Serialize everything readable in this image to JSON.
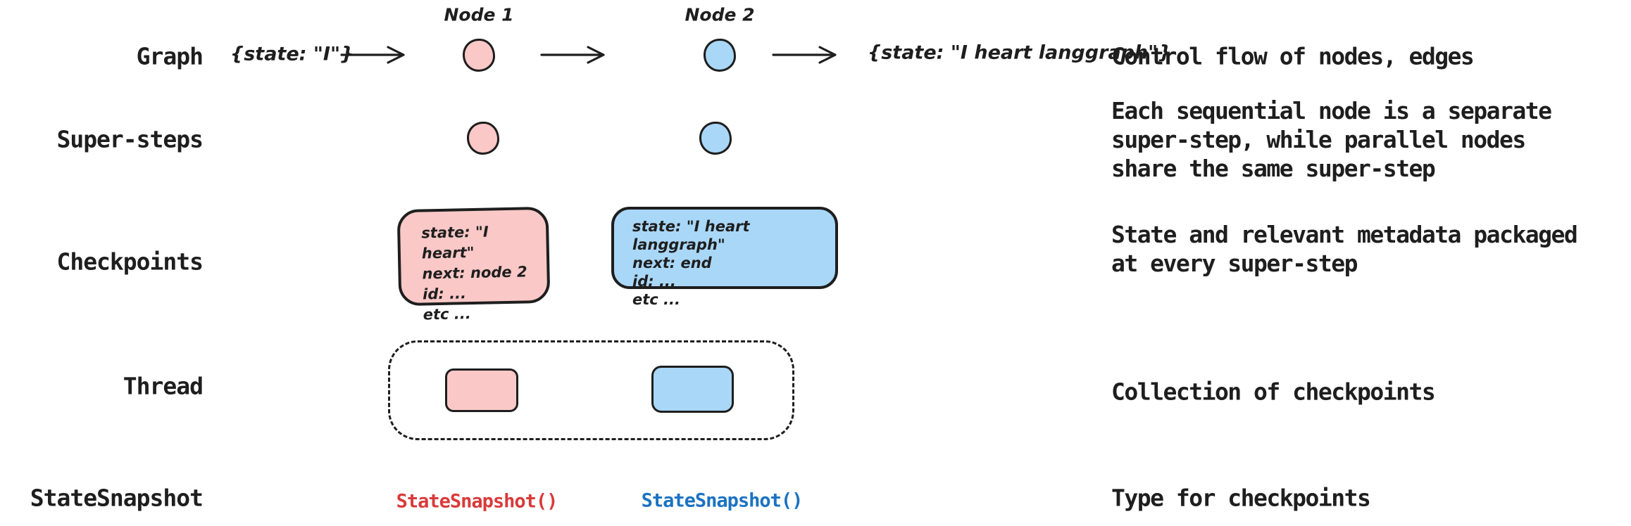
{
  "colors": {
    "pink_fill": "#f9c8c7",
    "blue_fill": "#a9d7f8",
    "ink": "#1e1e1e",
    "red_code": "#d93a3a",
    "blue_code": "#1b72c2"
  },
  "rows": {
    "graph": {
      "label": "Graph",
      "input_state": "{state: \"I\"}",
      "node1_label": "Node 1",
      "node2_label": "Node 2",
      "output_state": "{state: \"I heart langgraph\"}",
      "description": "Control flow of nodes, edges"
    },
    "supersteps": {
      "label": "Super-steps",
      "description_lines": [
        "Each sequential node is a separate",
        "super-step, while parallel nodes",
        "share the same super-step"
      ]
    },
    "checkpoints": {
      "label": "Checkpoints",
      "pink_lines": [
        "state: \"I heart\"",
        "next: node 2",
        "id: ...",
        "etc ..."
      ],
      "blue_lines": [
        "state: \"I heart langgraph\"",
        "next: end",
        "id: ...",
        "etc ..."
      ],
      "description_lines": [
        "State and relevant metadata packaged",
        "at every super-step"
      ]
    },
    "thread": {
      "label": "Thread",
      "description": "Collection of checkpoints"
    },
    "statesnapshot": {
      "label": "StateSnapshot",
      "pink_code": "StateSnapshot()",
      "blue_code": "StateSnapshot()",
      "description": "Type for checkpoints"
    }
  }
}
